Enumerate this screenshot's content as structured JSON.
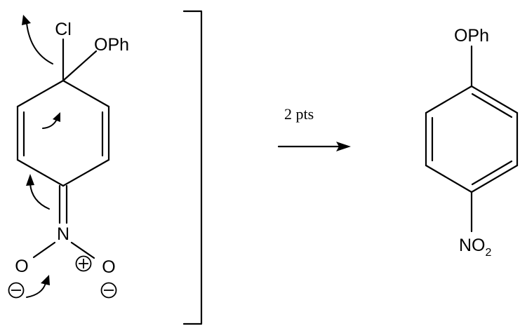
{
  "reactant": {
    "atoms": {
      "chlorine": "Cl",
      "phenoxy": "OPh",
      "nitrogen": "N",
      "oxygen_left": "O",
      "oxygen_right": "O"
    },
    "charges": {
      "nitrogen": "+",
      "oxygen_left": "−",
      "oxygen_right": "−"
    }
  },
  "reaction_arrow": {
    "label": "2 pts"
  },
  "product": {
    "atoms": {
      "phenoxy": "OPh",
      "nitro_prefix": "NO",
      "nitro_subscript": "2"
    }
  }
}
